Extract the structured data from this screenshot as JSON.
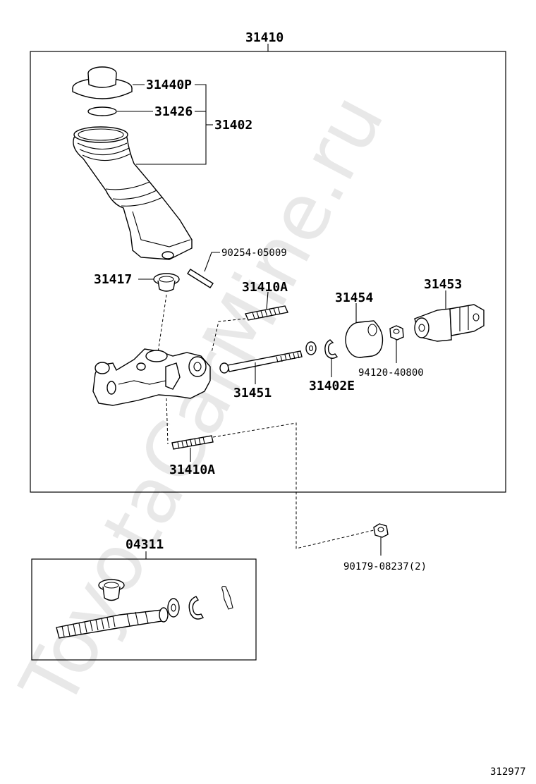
{
  "watermark": "ToyotaCarMine.ru",
  "diagram_id": "312977",
  "assembly_label": "31410",
  "kit_label": "04311",
  "parts": {
    "p31440P": "31440P",
    "p31426": "31426",
    "p31402": "31402",
    "p90254": "90254-05009",
    "p31417": "31417",
    "p31410A_top": "31410A",
    "p31454": "31454",
    "p31453": "31453",
    "p94120": "94120-40800",
    "p31451": "31451",
    "p31402E": "31402E",
    "p31410A_bottom": "31410A",
    "p90179": "90179-08237(2)"
  }
}
